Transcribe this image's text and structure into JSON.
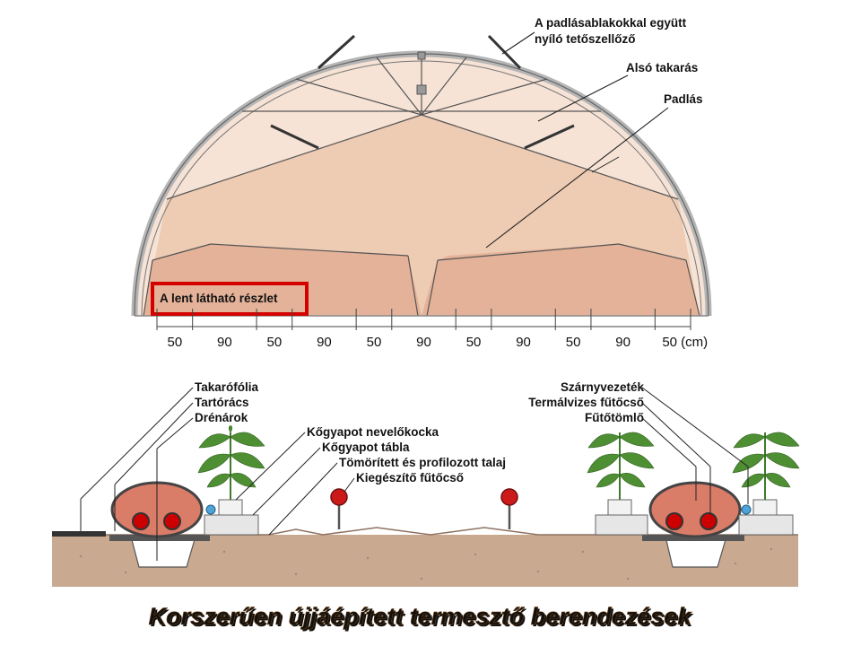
{
  "colors": {
    "roof_light": "#f6e3d6",
    "roof_mid": "#eecbb3",
    "roof_deep": "#e4b299",
    "frame": "#b9b9b9",
    "soil": "#c9a990",
    "pipe_bag": "#d97c68",
    "pipe_red": "#cc0000",
    "highlight_box": "#d40000",
    "caption_fill": "#f2a23c"
  },
  "top_view": {
    "callouts": {
      "vent": [
        "A padlásablakokkal együtt",
        "nyíló tetőszellőző"
      ],
      "lower_cover": "Alsó takarás",
      "attic": "Padlás"
    },
    "highlight_label": "A lent látható részlet",
    "dimensions": [
      "50",
      "90",
      "50",
      "90",
      "50",
      "90",
      "50",
      "90",
      "50",
      "90",
      "50 (cm)"
    ]
  },
  "bottom_view": {
    "left_labels": [
      "Takarófólia",
      "Tartórács",
      "Drénárok"
    ],
    "middle_labels": [
      "Kőgyapot nevelőkocka",
      "Kőgyapot tábla",
      "Tömörített és profilozott talaj",
      "Kiegészítő fűtőcső"
    ],
    "right_labels": [
      "Szárnyvezeték",
      "Termálvizes fűtőcső",
      "Fűtőtömlő"
    ]
  },
  "caption": "Korszerűen újjáépített termesztő berendezések"
}
